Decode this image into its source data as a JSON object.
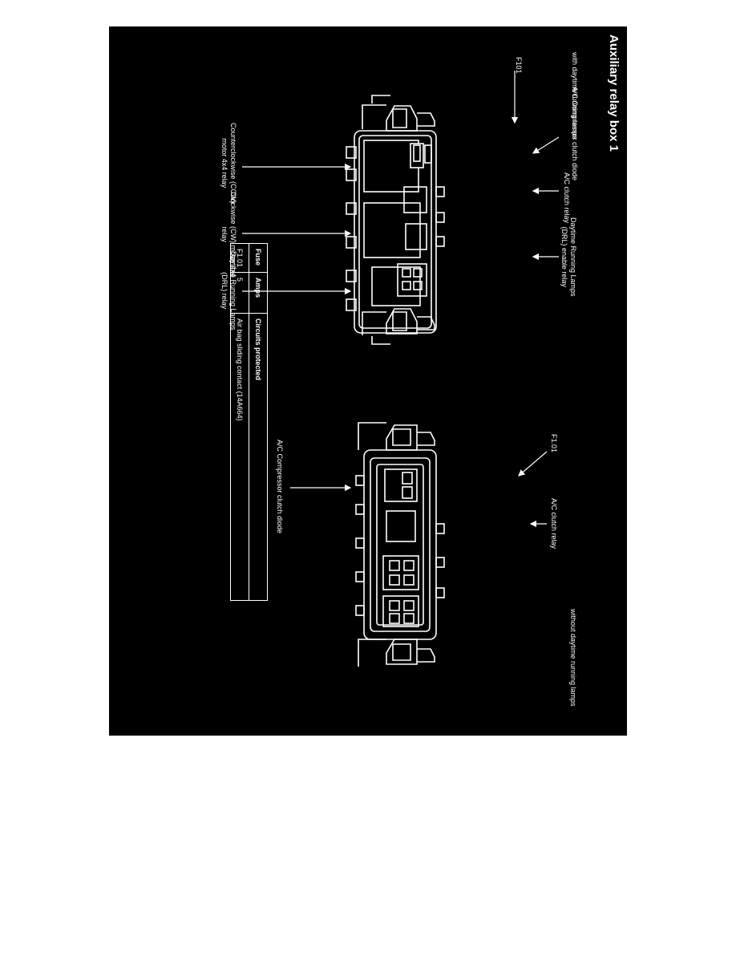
{
  "title": "Auxiliary relay box 1",
  "with_caption": "with daytime running lamps",
  "without_caption": "without daytime running lamps",
  "with_labels": {
    "f101": "F101",
    "compressor_diode": "A/C Compressor clutch diode",
    "ac_clutch_relay": "A/C clutch relay",
    "drl_enable_relay": "Daytime Running Lamps\n(DRL) enable relay",
    "ccw_relay": "Counterclockwise (CCW)\nmotor 4x4 relay",
    "cw_relay": "Clockwise (CW) motor 4x4\nrelay",
    "drl_relay": "Daytime Running Lamps\n(DRL) relay"
  },
  "without_labels": {
    "f101": "F1.01",
    "ac_clutch_relay": "A/C clutch relay",
    "compressor_diode": "A/C Compressor clutch diode"
  },
  "table": {
    "headers": [
      "Fuse",
      "Amps",
      "Circuits protected"
    ],
    "rows": [
      [
        "F1.01",
        "5",
        "Air bag sliding contact (14A664)"
      ]
    ]
  }
}
